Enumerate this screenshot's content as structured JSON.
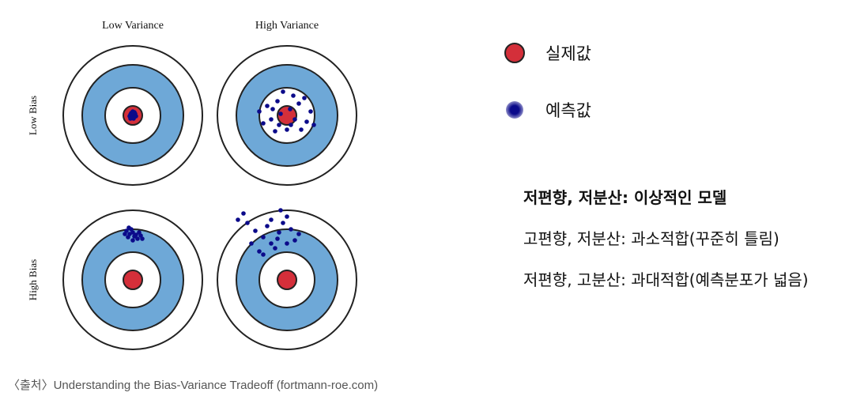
{
  "diagram": {
    "col_titles": [
      "Low Variance",
      "High Variance"
    ],
    "row_titles": [
      "Low Bias",
      "High Bias"
    ],
    "colors": {
      "ring": "#6ea8d7",
      "center": "#d42f3a",
      "dot": "#0b0a8a",
      "outline": "#222222"
    },
    "panels": [
      {
        "name": "low-bias-low-variance",
        "col": 0,
        "row": 0,
        "dots": [
          [
            -3,
            -1
          ],
          [
            2,
            2
          ],
          [
            -1,
            3
          ],
          [
            3,
            -2
          ],
          [
            0,
            0
          ],
          [
            -2,
            -3
          ],
          [
            2,
            -4
          ],
          [
            -4,
            1
          ],
          [
            1,
            4
          ],
          [
            -3,
            4
          ],
          [
            4,
            1
          ],
          [
            0,
            -5
          ],
          [
            -1,
            -2
          ]
        ]
      },
      {
        "name": "low-bias-high-variance",
        "col": 1,
        "row": 0,
        "dots": [
          [
            -12,
            -18
          ],
          [
            -8,
            -2
          ],
          [
            5,
            12
          ],
          [
            -20,
            5
          ],
          [
            15,
            -15
          ],
          [
            25,
            8
          ],
          [
            -30,
            10
          ],
          [
            8,
            -25
          ],
          [
            -15,
            20
          ],
          [
            30,
            -5
          ],
          [
            0,
            18
          ],
          [
            -5,
            -30
          ],
          [
            18,
            18
          ],
          [
            -25,
            -12
          ],
          [
            10,
            5
          ],
          [
            -35,
            -5
          ],
          [
            22,
            -22
          ],
          [
            -10,
            12
          ],
          [
            34,
            12
          ],
          [
            4,
            -8
          ],
          [
            -18,
            -8
          ]
        ]
      },
      {
        "name": "high-bias-low-variance",
        "col": 0,
        "row": 1,
        "dots": [
          [
            -8,
            -62
          ],
          [
            -4,
            -58
          ],
          [
            0,
            -60
          ],
          [
            4,
            -57
          ],
          [
            8,
            -60
          ],
          [
            -6,
            -54
          ],
          [
            2,
            -55
          ],
          [
            -2,
            -64
          ],
          [
            6,
            -52
          ],
          [
            10,
            -56
          ],
          [
            -10,
            -58
          ],
          [
            0,
            -50
          ],
          [
            12,
            -52
          ],
          [
            -5,
            -66
          ]
        ]
      },
      {
        "name": "high-bias-high-variance",
        "col": 1,
        "row": 1,
        "dots": [
          [
            -50,
            -72
          ],
          [
            -40,
            -62
          ],
          [
            -30,
            -54
          ],
          [
            -20,
            -46
          ],
          [
            -10,
            -60
          ],
          [
            -5,
            -72
          ],
          [
            5,
            -64
          ],
          [
            -25,
            -68
          ],
          [
            -15,
            -40
          ],
          [
            -35,
            -36
          ],
          [
            0,
            -46
          ],
          [
            10,
            -50
          ],
          [
            -45,
            -46
          ],
          [
            15,
            -58
          ],
          [
            -8,
            -88
          ],
          [
            -55,
            -84
          ],
          [
            -62,
            -76
          ],
          [
            -20,
            -76
          ],
          [
            0,
            -80
          ],
          [
            -30,
            -32
          ],
          [
            -12,
            -52
          ]
        ]
      }
    ]
  },
  "legend": [
    {
      "label": "실제값",
      "icon": "real-value-dot-icon"
    },
    {
      "label": "예측값",
      "icon": "predicted-value-dot-icon"
    }
  ],
  "notes": [
    "저편향, 저분산: 이상적인 모델",
    "고편향, 저분산: 과소적합(꾸준히 틀림)",
    "저편향, 고분산: 과대적합(예측분포가 넓음)"
  ],
  "source": "〈출처〉Understanding the Bias-Variance Tradeoff (fortmann-roe.com)"
}
